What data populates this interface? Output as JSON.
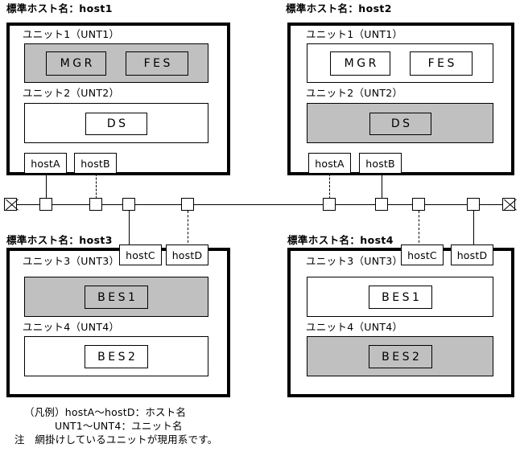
{
  "diagram": {
    "title_prefix": "標準ホスト名：",
    "hosts": [
      {
        "id": "host1",
        "title": "標準ホスト名：host1",
        "units": [
          {
            "label": "ユニット1（UNT1）",
            "unit_id": "UNT1",
            "active": true,
            "processes": [
              "MGR",
              "FES"
            ]
          },
          {
            "label": "ユニット2（UNT2）",
            "unit_id": "UNT2",
            "active": false,
            "processes": [
              "DS"
            ]
          }
        ],
        "host_tags": [
          {
            "name": "hostA",
            "link": "solid"
          },
          {
            "name": "hostB",
            "link": "dashed"
          }
        ]
      },
      {
        "id": "host2",
        "title": "標準ホスト名：host2",
        "units": [
          {
            "label": "ユニット1（UNT1）",
            "unit_id": "UNT1",
            "active": false,
            "processes": [
              "MGR",
              "FES"
            ]
          },
          {
            "label": "ユニット2（UNT2）",
            "unit_id": "UNT2",
            "active": true,
            "processes": [
              "DS"
            ]
          }
        ],
        "host_tags": [
          {
            "name": "hostA",
            "link": "dashed"
          },
          {
            "name": "hostB",
            "link": "solid"
          }
        ]
      },
      {
        "id": "host3",
        "title": "標準ホスト名：host3",
        "units": [
          {
            "label": "ユニット3（UNT3）",
            "unit_id": "UNT3",
            "active": true,
            "processes": [
              "BES1"
            ]
          },
          {
            "label": "ユニット4（UNT4）",
            "unit_id": "UNT4",
            "active": false,
            "processes": [
              "BES2"
            ]
          }
        ],
        "host_tags": [
          {
            "name": "hostC",
            "link": "solid"
          },
          {
            "name": "hostD",
            "link": "dashed"
          }
        ]
      },
      {
        "id": "host4",
        "title": "標準ホスト名：host4",
        "units": [
          {
            "label": "ユニット3（UNT3）",
            "unit_id": "UNT3",
            "active": false,
            "processes": [
              "BES1"
            ]
          },
          {
            "label": "ユニット4（UNT4）",
            "unit_id": "UNT4",
            "active": true,
            "processes": [
              "BES2"
            ]
          }
        ],
        "host_tags": [
          {
            "name": "hostC",
            "link": "dashed"
          },
          {
            "name": "hostD",
            "link": "solid"
          }
        ]
      }
    ],
    "network": {
      "terminator_left": "bus-terminator",
      "terminator_right": "bus-terminator",
      "tap_count": 8
    },
    "legend": {
      "line1": "（凡例）hostA〜hostD：ホスト名",
      "line2": "UNT1〜UNT4：ユニット名",
      "line3": "注　網掛けしているユニットが現用系です。"
    },
    "colors": {
      "active_fill": "#c0c0c0",
      "line": "#000000",
      "background": "#ffffff"
    }
  }
}
